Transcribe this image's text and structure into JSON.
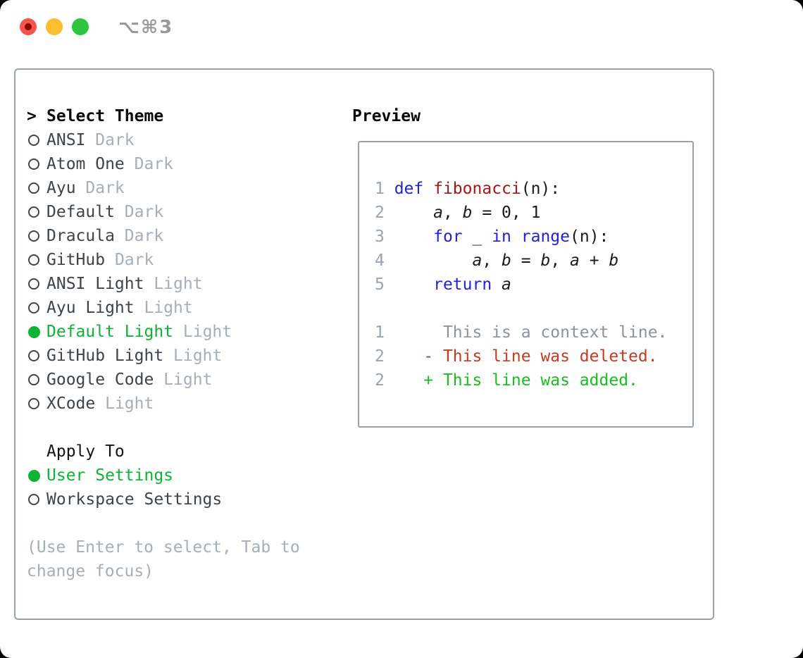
{
  "window": {
    "title": "⌥⌘3"
  },
  "titlebar": {
    "buttons": [
      {
        "name": "close",
        "color_key": "traffic_red",
        "has_dot": true
      },
      {
        "name": "minimize",
        "color_key": "traffic_yellow",
        "has_dot": false
      },
      {
        "name": "zoom",
        "color_key": "traffic_green",
        "has_dot": false
      }
    ]
  },
  "theme_selector": {
    "cursor": ">",
    "title": "Select Theme",
    "items": [
      {
        "name": "ANSI",
        "variant": "Dark",
        "selected": false
      },
      {
        "name": "Atom One",
        "variant": "Dark",
        "selected": false
      },
      {
        "name": "Ayu",
        "variant": "Dark",
        "selected": false
      },
      {
        "name": "Default",
        "variant": "Dark",
        "selected": false
      },
      {
        "name": "Dracula",
        "variant": "Dark",
        "selected": false
      },
      {
        "name": "GitHub",
        "variant": "Dark",
        "selected": false
      },
      {
        "name": "ANSI Light",
        "variant": "Light",
        "selected": false
      },
      {
        "name": "Ayu Light",
        "variant": "Light",
        "selected": false
      },
      {
        "name": "Default Light",
        "variant": "Light",
        "selected": true
      },
      {
        "name": "GitHub Light",
        "variant": "Light",
        "selected": false
      },
      {
        "name": "Google Code",
        "variant": "Light",
        "selected": false
      },
      {
        "name": "XCode",
        "variant": "Light",
        "selected": false
      }
    ]
  },
  "apply_to": {
    "title": "Apply To",
    "options": [
      {
        "label": "User Settings",
        "selected": true
      },
      {
        "label": "Workspace Settings",
        "selected": false
      }
    ]
  },
  "hint": "(Use Enter to select, Tab to change focus)",
  "preview": {
    "title": "Preview",
    "lines": [
      {
        "segments": [
          {
            "t": "1 ",
            "c": "ln"
          },
          {
            "t": "def",
            "c": "kw"
          },
          {
            "t": " ",
            "c": "code"
          },
          {
            "t": "fibonacci",
            "c": "fn"
          },
          {
            "t": "(n):",
            "c": "code"
          }
        ]
      },
      {
        "segments": [
          {
            "t": "2 ",
            "c": "ln"
          },
          {
            "t": "    ",
            "c": "code"
          },
          {
            "t": "a",
            "c": "var"
          },
          {
            "t": ", ",
            "c": "code"
          },
          {
            "t": "b",
            "c": "var"
          },
          {
            "t": " = 0, 1",
            "c": "code"
          }
        ]
      },
      {
        "segments": [
          {
            "t": "3 ",
            "c": "ln"
          },
          {
            "t": "    ",
            "c": "code"
          },
          {
            "t": "for",
            "c": "kw"
          },
          {
            "t": " _ ",
            "c": "code"
          },
          {
            "t": "in",
            "c": "kw"
          },
          {
            "t": " ",
            "c": "code"
          },
          {
            "t": "range",
            "c": "kw"
          },
          {
            "t": "(n):",
            "c": "code"
          }
        ]
      },
      {
        "segments": [
          {
            "t": "4 ",
            "c": "ln"
          },
          {
            "t": "        ",
            "c": "code"
          },
          {
            "t": "a",
            "c": "var"
          },
          {
            "t": ", ",
            "c": "code"
          },
          {
            "t": "b",
            "c": "var"
          },
          {
            "t": " = ",
            "c": "code"
          },
          {
            "t": "b",
            "c": "var"
          },
          {
            "t": ", ",
            "c": "code"
          },
          {
            "t": "a",
            "c": "var"
          },
          {
            "t": " + ",
            "c": "code"
          },
          {
            "t": "b",
            "c": "var"
          }
        ]
      },
      {
        "segments": [
          {
            "t": "5 ",
            "c": "ln"
          },
          {
            "t": "    ",
            "c": "code"
          },
          {
            "t": "return",
            "c": "kw"
          },
          {
            "t": " ",
            "c": "code"
          },
          {
            "t": "a",
            "c": "var"
          }
        ]
      },
      {
        "segments": []
      },
      {
        "segments": [
          {
            "t": "1 ",
            "c": "ln"
          },
          {
            "t": "     This is a context line.",
            "c": "ctx"
          }
        ]
      },
      {
        "segments": [
          {
            "t": "2 ",
            "c": "ln"
          },
          {
            "t": "   ",
            "c": "code"
          },
          {
            "t": "- This line was deleted.",
            "c": "del"
          }
        ]
      },
      {
        "segments": [
          {
            "t": "2 ",
            "c": "ln"
          },
          {
            "t": "   ",
            "c": "code"
          },
          {
            "t": "+ This line was added.",
            "c": "add"
          }
        ]
      }
    ]
  },
  "colors": {
    "accent_green": "#0db335",
    "added_green": "#19bd1f",
    "deleted_red": "#c63a21",
    "keyword_blue": "#2222dd",
    "function_red": "#a61717",
    "code_black": "#1a1a1a",
    "line_number_gray": "#9aa3af",
    "context_gray": "#8d939c",
    "muted_gray": "#a6aeb8",
    "item_gray": "#3d434b",
    "border_gray": "#99a1ad",
    "titlebar_gray": "#999999",
    "traffic_red": "#f4554c",
    "traffic_red_dot": "#850b01",
    "traffic_yellow": "#fcbd2f",
    "traffic_green": "#2dc53d"
  }
}
